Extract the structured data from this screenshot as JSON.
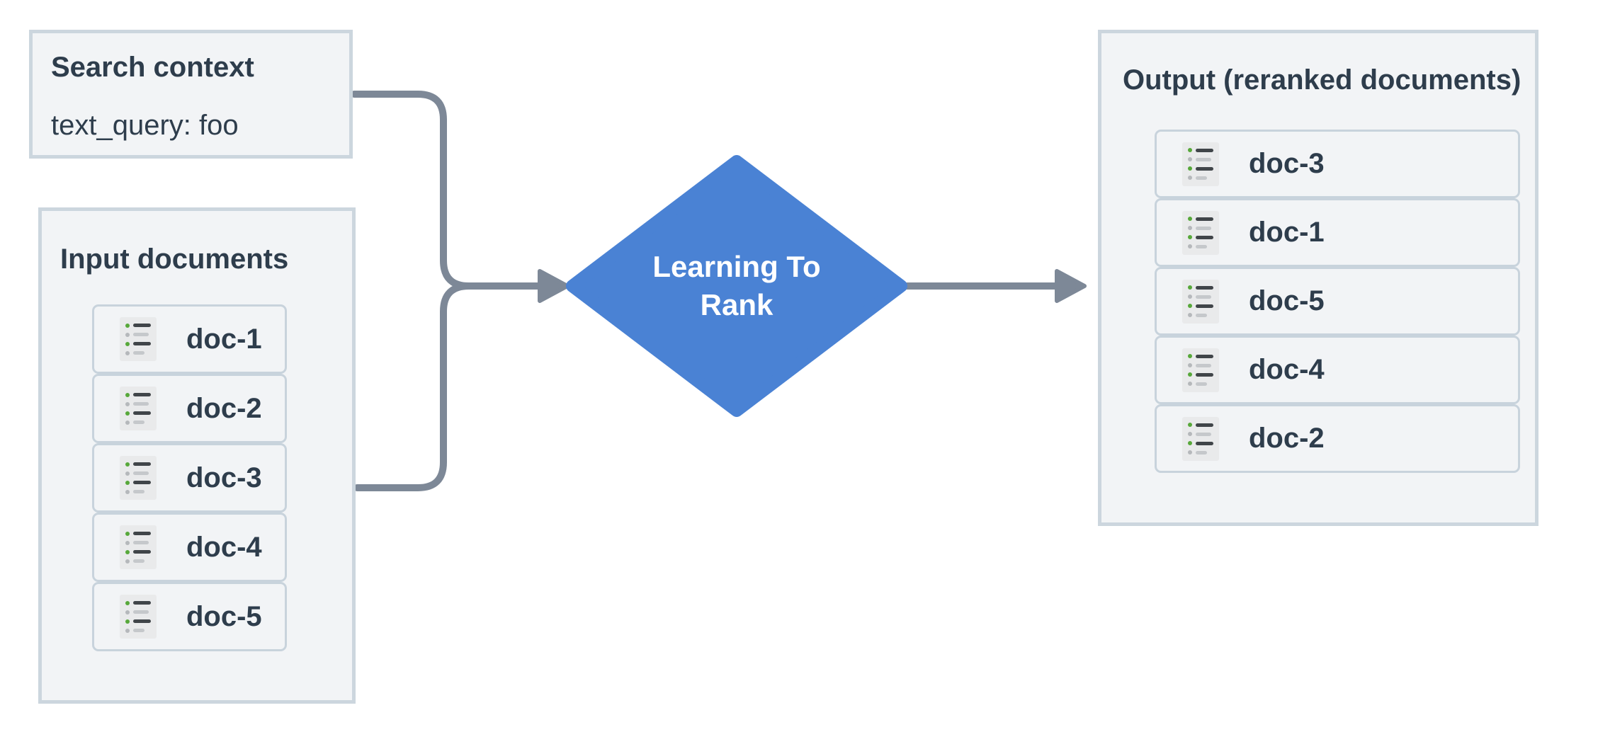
{
  "diagram": {
    "search_context": {
      "title": "Search context",
      "query_line": "text_query: foo"
    },
    "input_documents": {
      "title": "Input documents",
      "items": [
        "doc-1",
        "doc-2",
        "doc-3",
        "doc-4",
        "doc-5"
      ]
    },
    "ltr_node": {
      "label": "Learning To Rank"
    },
    "output": {
      "title": "Output (reranked documents)",
      "items": [
        "doc-3",
        "doc-1",
        "doc-5",
        "doc-4",
        "doc-2"
      ]
    },
    "colors": {
      "node_blue": "#4a82d4",
      "connector_gray": "#7d8897",
      "panel_border": "#ccd6de",
      "panel_bg": "#f2f4f6",
      "text_dark": "#2e3d4c",
      "icon_green": "#57a83a"
    }
  }
}
